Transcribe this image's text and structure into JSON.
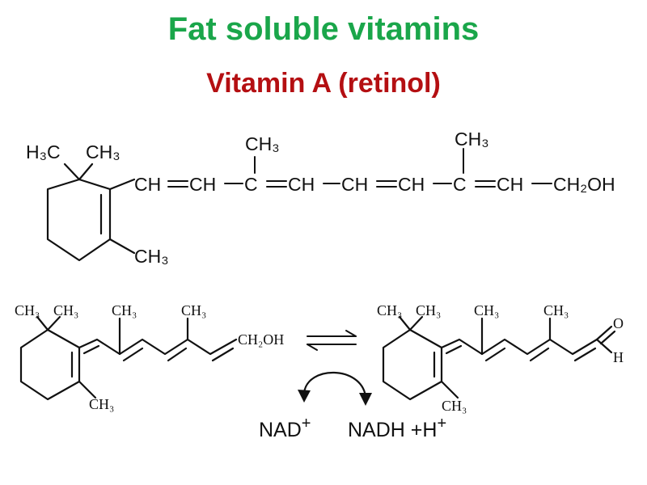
{
  "title": "Fat soluble vitamins",
  "subtitle": "Vitamin A (retinol)",
  "cofactors": {
    "left": "NAD",
    "left_sup": "+",
    "right": "NADH +H",
    "right_sup": "+"
  },
  "atoms": {
    "h3c": "H₃C",
    "ch3": "CH₃",
    "ch": "CH",
    "c": "C",
    "ch2oh": "CH₂OH",
    "o": "O",
    "h": "H"
  },
  "colors": {
    "title": "#1aa64a",
    "subtitle": "#b40f12"
  }
}
